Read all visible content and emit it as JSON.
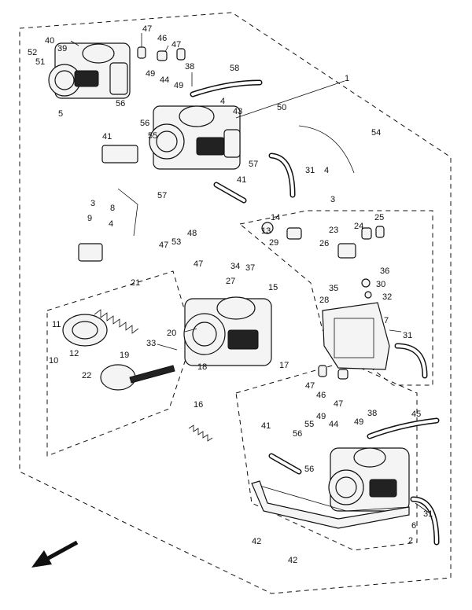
{
  "diagram": {
    "callouts": [
      {
        "id": "c40",
        "text": "40"
      },
      {
        "id": "c39",
        "text": "39"
      },
      {
        "id": "c52",
        "text": "52"
      },
      {
        "id": "c51",
        "text": "51"
      },
      {
        "id": "c5",
        "text": "5"
      },
      {
        "id": "c47a",
        "text": "47"
      },
      {
        "id": "c46a",
        "text": "46"
      },
      {
        "id": "c47b",
        "text": "47"
      },
      {
        "id": "c38a",
        "text": "38"
      },
      {
        "id": "c58",
        "text": "58"
      },
      {
        "id": "c1",
        "text": "1"
      },
      {
        "id": "c49a",
        "text": "49"
      },
      {
        "id": "c44a",
        "text": "44"
      },
      {
        "id": "c49b",
        "text": "49"
      },
      {
        "id": "c56a",
        "text": "56"
      },
      {
        "id": "c56b",
        "text": "56"
      },
      {
        "id": "c4a",
        "text": "4"
      },
      {
        "id": "c43",
        "text": "43"
      },
      {
        "id": "c50",
        "text": "50"
      },
      {
        "id": "c41a",
        "text": "41"
      },
      {
        "id": "c55a",
        "text": "55"
      },
      {
        "id": "c54",
        "text": "54"
      },
      {
        "id": "c57a",
        "text": "57"
      },
      {
        "id": "c31a",
        "text": "31"
      },
      {
        "id": "c4b",
        "text": "4"
      },
      {
        "id": "c41b",
        "text": "41"
      },
      {
        "id": "c57b",
        "text": "57"
      },
      {
        "id": "c3a",
        "text": "3"
      },
      {
        "id": "c8",
        "text": "8"
      },
      {
        "id": "c9",
        "text": "9"
      },
      {
        "id": "c3b",
        "text": "3"
      },
      {
        "id": "c4c",
        "text": "4"
      },
      {
        "id": "c14",
        "text": "14"
      },
      {
        "id": "c25",
        "text": "25"
      },
      {
        "id": "c13",
        "text": "13"
      },
      {
        "id": "c23",
        "text": "23"
      },
      {
        "id": "c24",
        "text": "24"
      },
      {
        "id": "c48",
        "text": "48"
      },
      {
        "id": "c47c",
        "text": "47"
      },
      {
        "id": "c53",
        "text": "53"
      },
      {
        "id": "c29",
        "text": "29"
      },
      {
        "id": "c26",
        "text": "26"
      },
      {
        "id": "c47d",
        "text": "47"
      },
      {
        "id": "c34",
        "text": "34"
      },
      {
        "id": "c37",
        "text": "37"
      },
      {
        "id": "c36",
        "text": "36"
      },
      {
        "id": "c27",
        "text": "27"
      },
      {
        "id": "c15",
        "text": "15"
      },
      {
        "id": "c30",
        "text": "30"
      },
      {
        "id": "c35",
        "text": "35"
      },
      {
        "id": "c32",
        "text": "32"
      },
      {
        "id": "c21",
        "text": "21"
      },
      {
        "id": "c28",
        "text": "28"
      },
      {
        "id": "c7",
        "text": "7"
      },
      {
        "id": "c11",
        "text": "11"
      },
      {
        "id": "c20",
        "text": "20"
      },
      {
        "id": "c33",
        "text": "33"
      },
      {
        "id": "c31b",
        "text": "31"
      },
      {
        "id": "c12",
        "text": "12"
      },
      {
        "id": "c10",
        "text": "10"
      },
      {
        "id": "c17",
        "text": "17"
      },
      {
        "id": "c19",
        "text": "19"
      },
      {
        "id": "c18",
        "text": "18"
      },
      {
        "id": "c22",
        "text": "22"
      },
      {
        "id": "c47e",
        "text": "47"
      },
      {
        "id": "c46b",
        "text": "46"
      },
      {
        "id": "c47f",
        "text": "47"
      },
      {
        "id": "c16",
        "text": "16"
      },
      {
        "id": "c38b",
        "text": "38"
      },
      {
        "id": "c45",
        "text": "45"
      },
      {
        "id": "c41c",
        "text": "41"
      },
      {
        "id": "c49c",
        "text": "49"
      },
      {
        "id": "c55b",
        "text": "55"
      },
      {
        "id": "c44b",
        "text": "44"
      },
      {
        "id": "c49d",
        "text": "49"
      },
      {
        "id": "c56c",
        "text": "56"
      },
      {
        "id": "c56d",
        "text": "56"
      },
      {
        "id": "c31c",
        "text": "31"
      },
      {
        "id": "c6",
        "text": "6"
      },
      {
        "id": "c2",
        "text": "2"
      },
      {
        "id": "c42a",
        "text": "42"
      },
      {
        "id": "c42b",
        "text": "42"
      }
    ]
  }
}
